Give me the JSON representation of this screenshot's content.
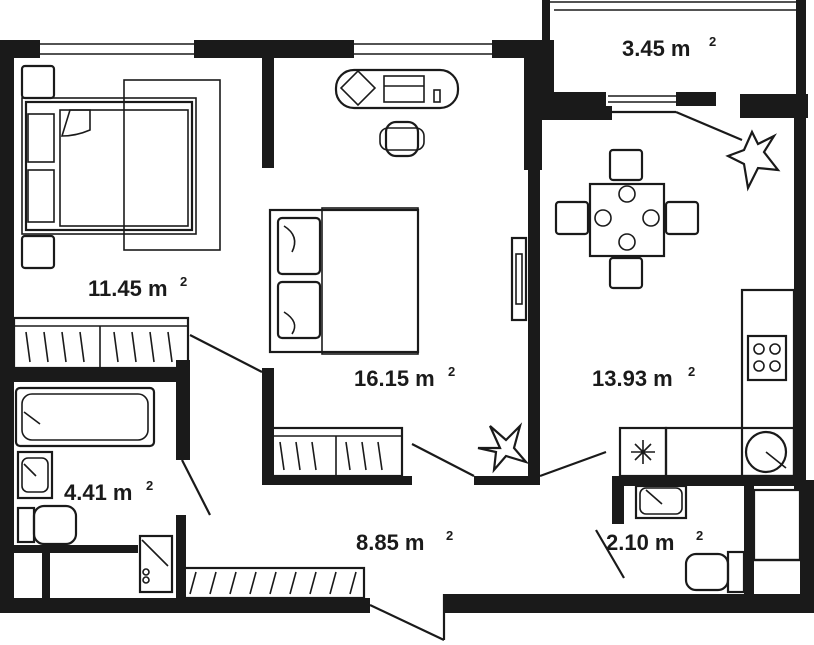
{
  "colors": {
    "wall": "#1a1a1a",
    "background": "#ffffff"
  },
  "unit_superscript": "2",
  "rooms": [
    {
      "id": "balcony",
      "area": "3.45 m"
    },
    {
      "id": "bedroom",
      "area": "11.45 m"
    },
    {
      "id": "living",
      "area": "16.15 m"
    },
    {
      "id": "kitchen",
      "area": "13.93 m"
    },
    {
      "id": "bathroom",
      "area": "4.41 m"
    },
    {
      "id": "hallway",
      "area": "8.85 m"
    },
    {
      "id": "wc",
      "area": "2.10 m"
    }
  ]
}
